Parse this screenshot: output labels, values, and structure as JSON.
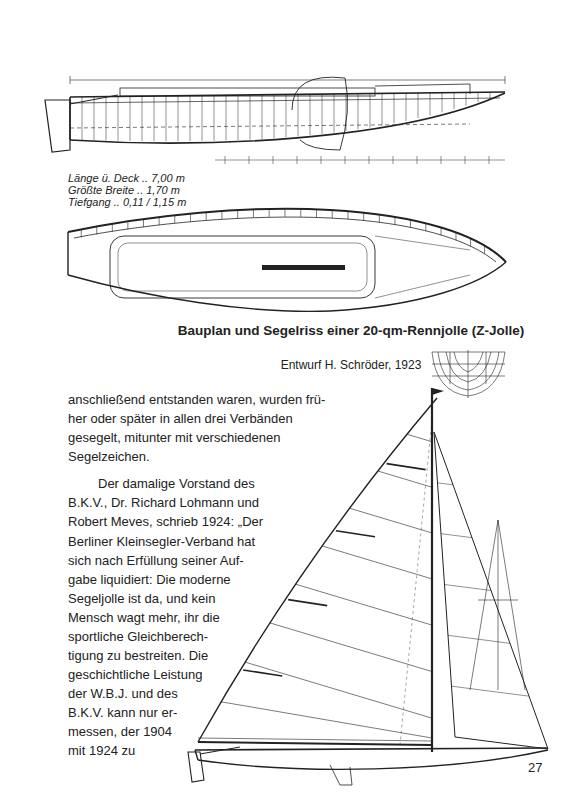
{
  "diagram": {
    "caption": "Bauplan und Segelriss einer 20-qm-Rennjolle (Z-Jolle)",
    "labels": [
      "Länge ü. Deck .. 7,00 m",
      "Größte Breite .. 1,70 m",
      "Tiefgang .. 0,11 / 1,15 m",
      "Entwurf H. Schröder, 1923",
      "anschließend entstanden waren, wurden frü-",
      "her oder später in allen drei Verbänden",
      "gesegelt, mitunter mit verschiedenen",
      "Segelzeichen.",
      "Der damalige Vorstand des",
      "B.K.V., Dr. Richard Lohmann und",
      "Robert Meves, schrieb 1924: „Der",
      "Berliner Kleinsegler-Verband hat",
      "sich nach Erfüllung seiner Auf-",
      "gabe liquidiert: Die moderne",
      "Segeljolle ist da, und kein",
      "Mensch wagt mehr, ihr die",
      "sportliche Gleichberech-",
      "tigung zu bestreiten. Die",
      "geschichtliche Leistung",
      "der W.B.J. und des",
      "B.K.V. kann nur er-",
      "messen, der 1904",
      "mit 1924 zu",
      "27"
    ]
  }
}
